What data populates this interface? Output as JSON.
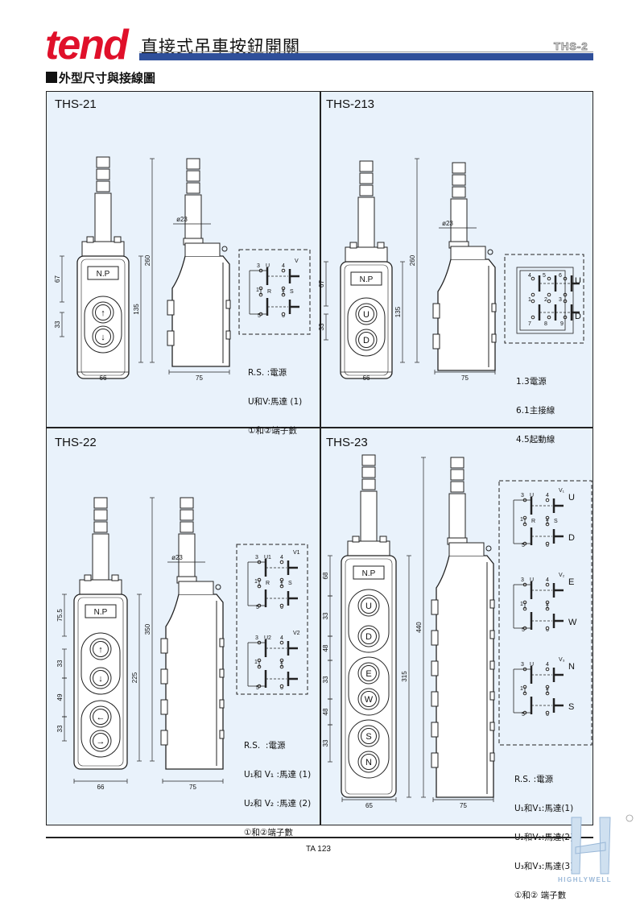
{
  "header": {
    "brand": "tend",
    "title": "直接式吊車按鈕開關",
    "code": "THS-2"
  },
  "section_title": "外型尺寸與接線圖",
  "panels": [
    {
      "model": "THS-21",
      "np": "N.P",
      "buttons": [
        "↑",
        "↓"
      ],
      "dims": {
        "left": [
          "67",
          "33"
        ],
        "total": "260",
        "body": "135",
        "width_front": "66",
        "width_side": "75",
        "cable": "ø23"
      },
      "wiring": [
        [
          "3",
          "U",
          "4",
          "V",
          "1",
          "R",
          "2",
          "S",
          "5",
          "6"
        ]
      ],
      "legend": [
        "R.S. :電源",
        "U和V:馬達 (1)",
        "①和②端子數"
      ]
    },
    {
      "model": "THS-213",
      "np": "N.P",
      "buttons": [
        "U",
        "D"
      ],
      "dims": {
        "left": [
          "67",
          "33"
        ],
        "total": "260",
        "body": "135",
        "width_front": "66",
        "width_side": "75",
        "cable": "ø23"
      },
      "wiring": [
        [
          "4",
          "5",
          "6",
          "U",
          "1",
          "2",
          "3",
          "7",
          "8",
          "9",
          "D"
        ]
      ],
      "legend": [
        "1.3電源",
        "6.1主接線",
        "4.5起動線"
      ]
    },
    {
      "model": "THS-22",
      "np": "N.P",
      "buttons": [
        "↑",
        "↓",
        "←",
        "→"
      ],
      "dims": {
        "left": [
          "75.5",
          "33",
          "49",
          "33"
        ],
        "total": "350",
        "body": "225",
        "width_front": "66",
        "width_side": "75",
        "cable": "ø23"
      },
      "wiring": [
        [
          "3",
          "U1",
          "4",
          "V1",
          "1",
          "R",
          "2",
          "S",
          "5",
          "6"
        ],
        [
          "3",
          "U2",
          "4",
          "V2",
          "1",
          "",
          "2",
          "",
          "5",
          "6"
        ]
      ],
      "legend": [
        "R.S.  :電源",
        "U₁和 V₁ :馬達 (1)",
        "U₂和 V₂ :馬達 (2)",
        "①和②端子數"
      ]
    },
    {
      "model": "THS-23",
      "np": "N.P",
      "buttons": [
        "U",
        "D",
        "E",
        "W",
        "S",
        "N"
      ],
      "dims": {
        "left": [
          "68",
          "33",
          "48",
          "33",
          "48",
          "33"
        ],
        "total": "440",
        "body": "315",
        "width_front": "65",
        "width_side": "75"
      },
      "wiring": [
        [
          "3",
          "U",
          "4",
          "V₁",
          "1",
          "R",
          "2",
          "S",
          "5",
          "6",
          "U",
          "D"
        ],
        [
          "3",
          "U",
          "4",
          "V₂",
          "1",
          "",
          "2",
          "",
          "5",
          "6",
          "E",
          "W"
        ],
        [
          "3",
          "U",
          "4",
          "V₃",
          "1",
          "",
          "2",
          "",
          "5",
          "6",
          "N",
          "S"
        ]
      ],
      "legend": [
        "R.S. :電源",
        "U₁和V₁:馬達(1)",
        "U₂和V₂:馬達(2)",
        "U₃和V₃:馬達(3)",
        "①和② 端子數"
      ]
    }
  ],
  "footer": {
    "page": "TA 123",
    "watermark": "HIGHLYWELL"
  },
  "colors": {
    "brand_red": "#e0102a",
    "bar_blue": "#2f4f9a",
    "panel_bg": "#e9f2fb"
  }
}
